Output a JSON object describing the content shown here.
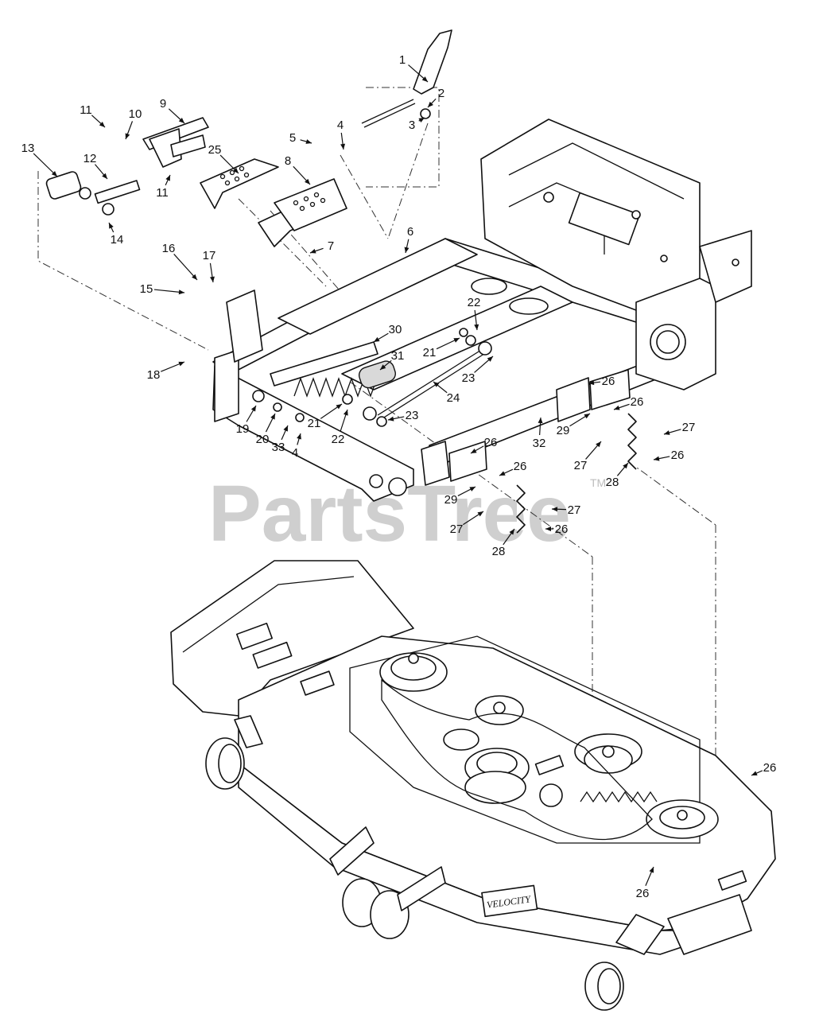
{
  "watermark": {
    "text": "PartsTree",
    "tm": "TM"
  },
  "deck_logo": "VELOCITY",
  "callouts": [
    {
      "id": "c1",
      "label": "1"
    },
    {
      "id": "c2",
      "label": "2"
    },
    {
      "id": "c3",
      "label": "3"
    },
    {
      "id": "c4a",
      "label": "4"
    },
    {
      "id": "c5",
      "label": "5"
    },
    {
      "id": "c6",
      "label": "6"
    },
    {
      "id": "c7",
      "label": "7"
    },
    {
      "id": "c8",
      "label": "8"
    },
    {
      "id": "c9",
      "label": "9"
    },
    {
      "id": "c10",
      "label": "10"
    },
    {
      "id": "c11a",
      "label": "11"
    },
    {
      "id": "c11b",
      "label": "11"
    },
    {
      "id": "c12",
      "label": "12"
    },
    {
      "id": "c13",
      "label": "13"
    },
    {
      "id": "c14",
      "label": "14"
    },
    {
      "id": "c15",
      "label": "15"
    },
    {
      "id": "c16",
      "label": "16"
    },
    {
      "id": "c17",
      "label": "17"
    },
    {
      "id": "c18",
      "label": "18"
    },
    {
      "id": "c19",
      "label": "19"
    },
    {
      "id": "c20",
      "label": "20"
    },
    {
      "id": "c21a",
      "label": "21"
    },
    {
      "id": "c21b",
      "label": "21"
    },
    {
      "id": "c22a",
      "label": "22"
    },
    {
      "id": "c22b",
      "label": "22"
    },
    {
      "id": "c23a",
      "label": "23"
    },
    {
      "id": "c23b",
      "label": "23"
    },
    {
      "id": "c24",
      "label": "24"
    },
    {
      "id": "c25",
      "label": "25"
    },
    {
      "id": "c26a",
      "label": "26"
    },
    {
      "id": "c26b",
      "label": "26"
    },
    {
      "id": "c26c",
      "label": "26"
    },
    {
      "id": "c26d",
      "label": "26"
    },
    {
      "id": "c26e",
      "label": "26"
    },
    {
      "id": "c26f",
      "label": "26"
    },
    {
      "id": "c26g",
      "label": "26"
    },
    {
      "id": "c26h",
      "label": "26"
    },
    {
      "id": "c27a",
      "label": "27"
    },
    {
      "id": "c27b",
      "label": "27"
    },
    {
      "id": "c27c",
      "label": "27"
    },
    {
      "id": "c27d",
      "label": "27"
    },
    {
      "id": "c28a",
      "label": "28"
    },
    {
      "id": "c28b",
      "label": "28"
    },
    {
      "id": "c29a",
      "label": "29"
    },
    {
      "id": "c29b",
      "label": "29"
    },
    {
      "id": "c30",
      "label": "30"
    },
    {
      "id": "c31",
      "label": "31"
    },
    {
      "id": "c32",
      "label": "32"
    },
    {
      "id": "c33",
      "label": "33"
    },
    {
      "id": "c4b",
      "label": "4"
    }
  ]
}
